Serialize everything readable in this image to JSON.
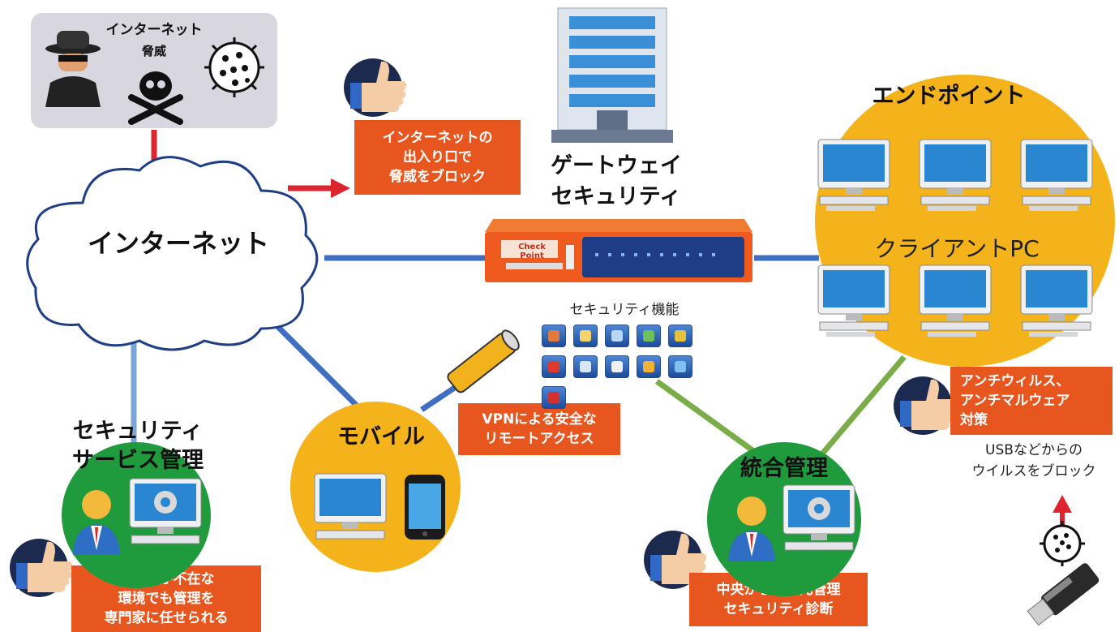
{
  "threat": {
    "title_line1": "インターネット",
    "title_line2": "脅威"
  },
  "internet": {
    "label": "インターネット"
  },
  "callouts": {
    "gateway_block": [
      "インターネットの",
      "出入り口で",
      "脅威をブロック"
    ],
    "vpn": [
      "VPNによる安全な",
      "リモートアクセス"
    ],
    "antivirus": [
      "アンチウィルス、",
      "アンチマルウェア",
      "対策"
    ],
    "security_service": [
      "管理者が不在な",
      "環境でも管理を",
      "専門家に任せられる"
    ],
    "central": [
      "中央からの一元管理",
      "セキュリティ診断"
    ]
  },
  "gateway": {
    "title_line1": "ゲートウェイ",
    "title_line2": "セキュリティ",
    "brand": "Check Point",
    "features_label": "セキュリティ機能"
  },
  "endpoint": {
    "title": "エンドポイント",
    "client_label": "クライアントPC"
  },
  "mobile": {
    "label": "モバイル"
  },
  "service_mgmt": {
    "line1": "セキュリティ",
    "line2": "サービス管理"
  },
  "integrated": {
    "label": "統合管理"
  },
  "usb": {
    "line1": "USBなどからの",
    "line2": "ウイルスをブロック"
  },
  "colors": {
    "orange_callout": "#e8561f",
    "yellow_circle": "#f5b31b",
    "green_circle": "#1f9a3c",
    "blue_line": "#3f6fc1",
    "green_line": "#7aac47",
    "red_arrow": "#dd2530"
  }
}
